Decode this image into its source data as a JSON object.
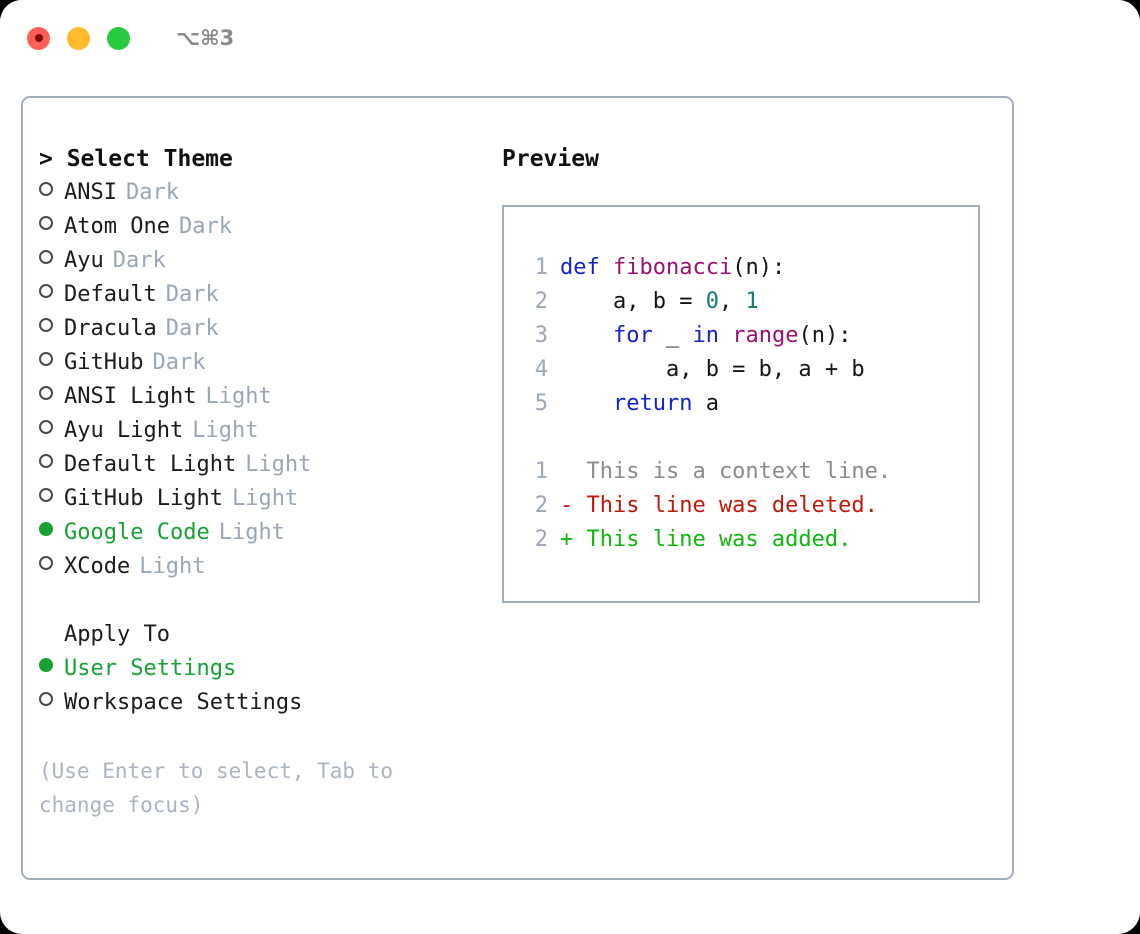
{
  "titlebar": {
    "shortcut": "⌥⌘3",
    "lights": [
      {
        "name": "close",
        "color": "#ff5f57"
      },
      {
        "name": "minimize",
        "color": "#ffbd2e"
      },
      {
        "name": "maximize",
        "color": "#28c840"
      }
    ]
  },
  "theme_picker": {
    "heading": "> Select Theme",
    "options": [
      {
        "label": "ANSI",
        "tag": "Dark",
        "selected": false
      },
      {
        "label": "Atom One",
        "tag": "Dark",
        "selected": false
      },
      {
        "label": "Ayu",
        "tag": "Dark",
        "selected": false
      },
      {
        "label": "Default",
        "tag": "Dark",
        "selected": false
      },
      {
        "label": "Dracula",
        "tag": "Dark",
        "selected": false
      },
      {
        "label": "GitHub",
        "tag": "Dark",
        "selected": false
      },
      {
        "label": "ANSI Light",
        "tag": "Light",
        "selected": false
      },
      {
        "label": "Ayu Light",
        "tag": "Light",
        "selected": false
      },
      {
        "label": "Default Light",
        "tag": "Light",
        "selected": false
      },
      {
        "label": "GitHub Light",
        "tag": "Light",
        "selected": false
      },
      {
        "label": "Google Code",
        "tag": "Light",
        "selected": true
      },
      {
        "label": "XCode",
        "tag": "Light",
        "selected": false
      }
    ]
  },
  "apply_to": {
    "heading": "Apply To",
    "options": [
      {
        "label": "User Settings",
        "tag": "",
        "selected": true
      },
      {
        "label": "Workspace Settings",
        "tag": "",
        "selected": false
      }
    ]
  },
  "footer_hint": "(Use Enter to select, Tab to change focus)",
  "preview": {
    "title": "Preview",
    "code_lines": [
      {
        "num": "1",
        "tokens": [
          {
            "t": "def ",
            "c": "kw"
          },
          {
            "t": "fibonacci",
            "c": "fn"
          },
          {
            "t": "(n):",
            "c": "txt"
          }
        ]
      },
      {
        "num": "2",
        "tokens": [
          {
            "t": "    a, b = ",
            "c": "txt"
          },
          {
            "t": "0",
            "c": "num"
          },
          {
            "t": ", ",
            "c": "txt"
          },
          {
            "t": "1",
            "c": "num"
          }
        ]
      },
      {
        "num": "3",
        "tokens": [
          {
            "t": "    ",
            "c": "txt"
          },
          {
            "t": "for",
            "c": "kw"
          },
          {
            "t": " _ ",
            "c": "txt"
          },
          {
            "t": "in",
            "c": "kw"
          },
          {
            "t": " ",
            "c": "txt"
          },
          {
            "t": "range",
            "c": "fn"
          },
          {
            "t": "(n):",
            "c": "txt"
          }
        ]
      },
      {
        "num": "4",
        "tokens": [
          {
            "t": "        a, b = b, a + b",
            "c": "txt"
          }
        ]
      },
      {
        "num": "5",
        "tokens": [
          {
            "t": "    ",
            "c": "txt"
          },
          {
            "t": "return",
            "c": "kw"
          },
          {
            "t": " a",
            "c": "txt"
          }
        ]
      }
    ],
    "diff_lines": [
      {
        "num": "1",
        "marker": " ",
        "text": " This is a context line.",
        "kind": "ctx"
      },
      {
        "num": "2",
        "marker": "-",
        "text": " This line was deleted.",
        "kind": "del"
      },
      {
        "num": "2",
        "marker": "+",
        "text": " This line was added.",
        "kind": "add"
      }
    ]
  },
  "colors": {
    "accent_green": "#17a234",
    "muted_gray": "#9aa7b7",
    "border": "#a3aebd",
    "keyword": "#1423c8",
    "function": "#9c106f",
    "number": "#127a72",
    "diff_add": "#10b510",
    "diff_del": "#c21807",
    "diff_ctx": "#8b8b8b"
  }
}
